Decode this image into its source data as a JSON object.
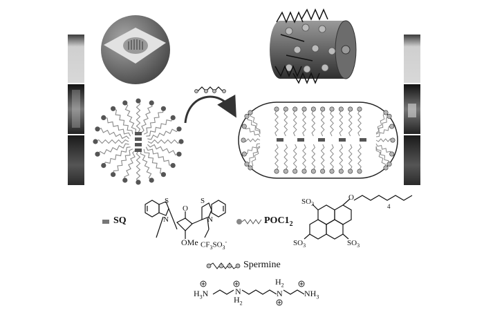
{
  "legend": {
    "sq_label": "SQ",
    "poc_label": "POC1",
    "poc_sub": "2",
    "spermine_label": "Spermine"
  },
  "sq_structure": {
    "atom_s": "S",
    "atom_o": "O",
    "atom_n": "N",
    "ome_label": "OMe",
    "counterion": "CF",
    "counterion_sub": "3",
    "counterion_tail": "SO",
    "counterion_sub2": "3",
    "counterion_charge": "-"
  },
  "poc_structure": {
    "so3_top": "SO",
    "so3_top_sub": "3",
    "so3_left": "SO",
    "so3_left_sub": "3",
    "so3_right": "SO",
    "so3_right_sub": "3",
    "chain_o": "O",
    "chain_repeat": "4"
  },
  "spermine_structure": {
    "h3n": "H",
    "h3n_sub": "3",
    "h3n_n": "N",
    "nh2_left_n": "N",
    "nh2_left_h": "H",
    "nh2_left_sub": "2",
    "nh2_right_h": "H",
    "nh2_right_sub": "2",
    "nh2_right_n": "N",
    "nh3_n": "N",
    "nh3_h": "H",
    "nh3_sub": "3"
  },
  "colors": {
    "dark": "#555555",
    "mid": "#888888",
    "light": "#b5b5b5",
    "ink": "#111111"
  }
}
